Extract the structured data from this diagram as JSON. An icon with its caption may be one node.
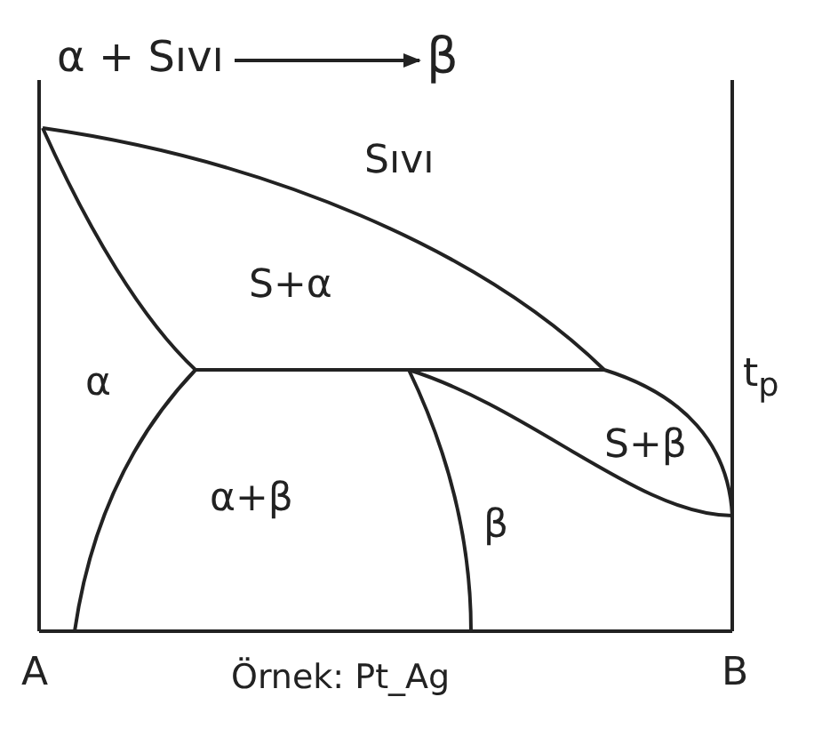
{
  "diagram": {
    "caption": "Örnek: Pt_Ag",
    "nodes": [
      {
        "text": [
          "α + Sıvı"
        ]
      },
      {
        "text": [
          "β"
        ]
      }
    ],
    "edges": [
      {
        "from": 0,
        "to": 1,
        "arrow": "to"
      }
    ],
    "labels": [
      "Sıvı",
      "S+α",
      "α",
      "t$_{p}$",
      "S+β",
      "α+β",
      "β",
      "A",
      "B"
    ]
  }
}
